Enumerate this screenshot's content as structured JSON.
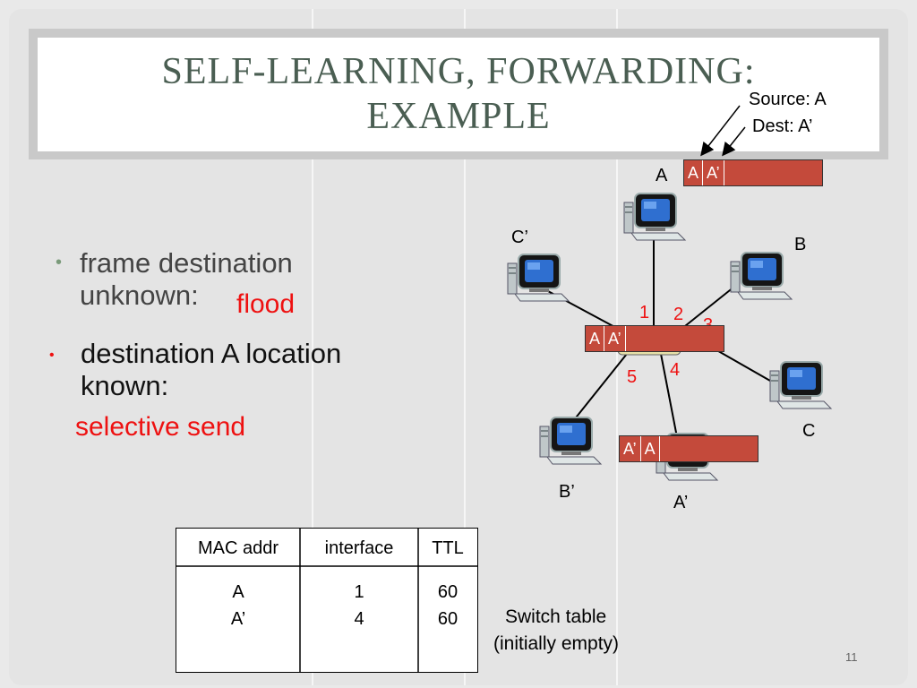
{
  "slide": {
    "title_line1": "SELF-LEARNING, FORWARDING:",
    "title_line2": "EXAMPLE",
    "page_number": "11"
  },
  "bullets": {
    "b1_line1": "frame destination",
    "b1_line2": "unknown:",
    "b1_red": "flood",
    "b2_line1": "destination A location",
    "b2_line2": "known:",
    "b2_red": "selective send"
  },
  "annotation": {
    "source": "Source: A",
    "dest": "Dest: A’"
  },
  "frames": {
    "top": [
      "A",
      "A’"
    ],
    "middle": [
      "A",
      "A’"
    ],
    "bottom": [
      "A’",
      "A"
    ]
  },
  "hosts": {
    "a": "A",
    "b": "B",
    "c": "C",
    "c_prime": "C’",
    "b_prime": "B’",
    "a_prime": "A’"
  },
  "ports": [
    "1",
    "2",
    "3",
    "4",
    "5"
  ],
  "switch_table": {
    "headers": [
      "MAC addr",
      "interface",
      "TTL"
    ],
    "rows": [
      [
        "A",
        "1",
        "60"
      ],
      [
        "A’",
        "4",
        "60"
      ]
    ]
  },
  "table_caption": {
    "line1": "Switch table",
    "line2": "(initially empty)"
  },
  "colors": {
    "title": "#4a5e52",
    "frame_fill": "#c44a3b",
    "highlight": "#e11111"
  }
}
